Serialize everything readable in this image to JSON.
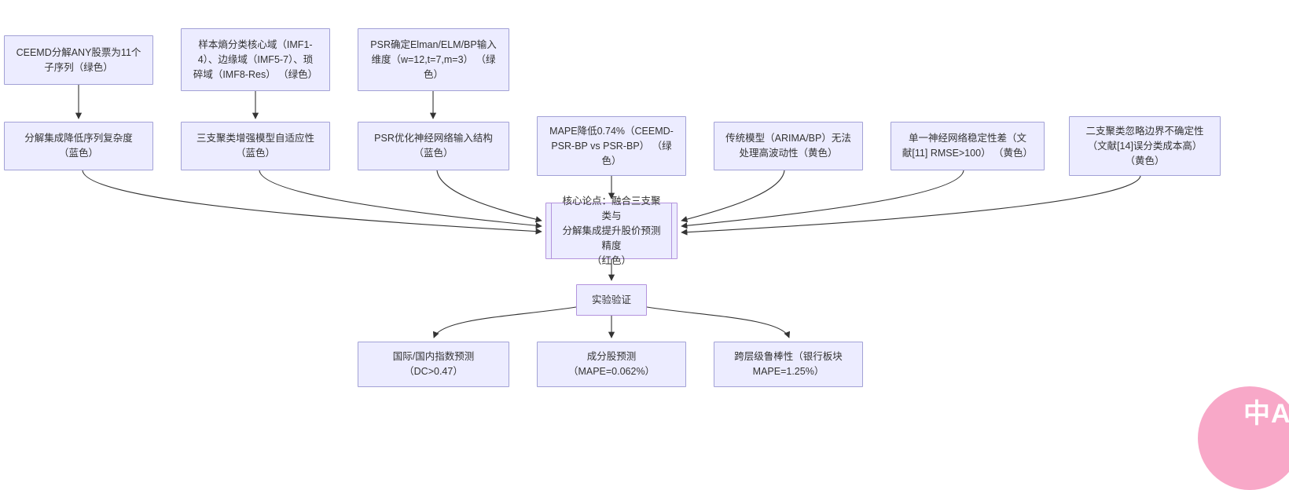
{
  "diagram": {
    "type": "flowchart",
    "background": "#ffffff",
    "node_fill": "#ECECFF",
    "node_border": "#a2a1d6",
    "emphasis_border": "#b393dd",
    "edge_color": "#333333",
    "text_color": "#333333"
  },
  "nodes": {
    "ceemd": "CEEMD分解ANY股票为11个\n子序列（绿色）",
    "entropy": "样本熵分类核心域（IMF1-\n4）、边缘域（IMF5-7）、琐\n碎域（IMF8-Res） （绿色）",
    "psr_dim": "PSR确定Elman/ELM/BP输入\n维度（w=12,t=7,m=3） （绿\n色）",
    "decomp": "分解集成降低序列复杂度\n（蓝色）",
    "three_way": "三支聚类增强模型自适应性\n（蓝色）",
    "psr_opt": "PSR优化神经网络输入结构\n（蓝色）",
    "mape": "MAPE降低0.74%（CEEMD-\nPSR-BP vs PSR-BP） （绿\n色）",
    "traditional": "传统模型（ARIMA/BP）无法\n处理高波动性（黄色）",
    "single_nn": "单一神经网络稳定性差（文\n献[11] RMSE>100） （黄色）",
    "two_way": "二支聚类忽略边界不确定性\n（文献[14]误分类成本高）\n（黄色）",
    "core": "核心论点：融合三支聚类与\n分解集成提升股价预测精度\n（红色）",
    "experiment": "实验验证",
    "index_pred": "国际/国内指数预测\n（DC>0.47）",
    "stock_pred": "成分股预测\n（MAPE=0.062%）",
    "robustness": "跨层级鲁棒性（银行板块\nMAPE=1.25%）"
  },
  "logo": {
    "text": "中A",
    "color": "#f8a8c8"
  }
}
